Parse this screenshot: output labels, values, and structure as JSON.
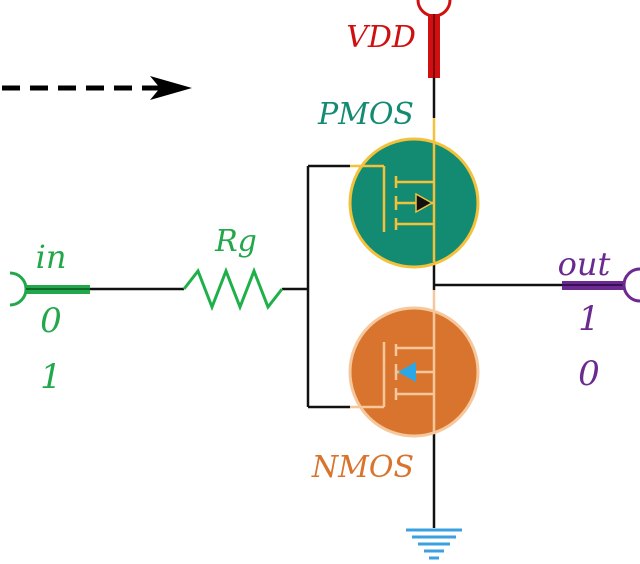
{
  "labels": {
    "supply": "VDD",
    "pmos": "PMOS",
    "nmos": "NMOS",
    "resistor": "Rg",
    "input": "in",
    "output": "out"
  },
  "input_values": [
    "0",
    "1"
  ],
  "output_values": [
    "1",
    "0"
  ],
  "colors": {
    "supply": "#d01010",
    "pmos_fill": "#138a72",
    "pmos_label": "#138a72",
    "nmos_fill": "#d8742e",
    "nmos_label": "#d8742e",
    "transistor_leads": "#f3c23a",
    "input": "#22a84a",
    "output": "#6b2a8f",
    "ground": "#3aa0e0",
    "wire": "#111111"
  }
}
